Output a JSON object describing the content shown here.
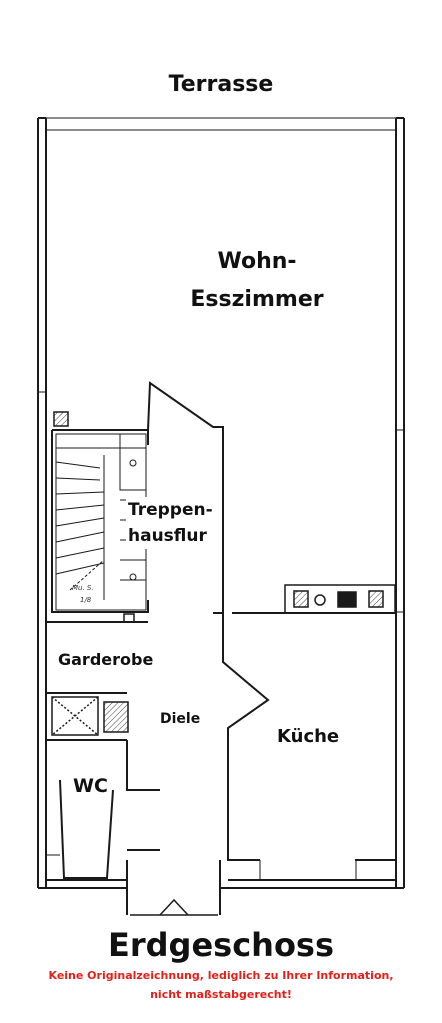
{
  "colors": {
    "line": "#1a1a1a",
    "hatch": "#444444",
    "disclaimer": "#e0211b",
    "background": "#ffffff"
  },
  "labels": {
    "terrace": "Terrasse",
    "living_line1": "Wohn-",
    "living_line2": "Esszimmer",
    "stair_line1": "Treppen-",
    "stair_line2": "hausflur",
    "wardrobe": "Garderobe",
    "hall": "Diele",
    "kitchen": "Küche",
    "wc": "WC"
  },
  "handwritten": {
    "note_line1": "Mu. S.",
    "note_line2": "1/8"
  },
  "footer": {
    "title": "Erdgeschoss",
    "disclaimer_line1": "Keine Originalzeichnung, lediglich zu Ihrer Information,",
    "disclaimer_line2": "nicht maßstabgerecht!"
  }
}
